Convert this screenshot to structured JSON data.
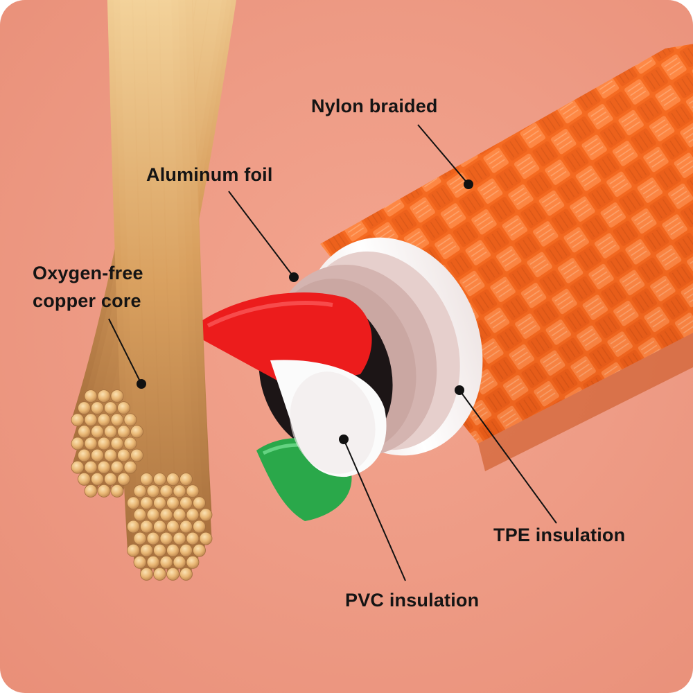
{
  "labels": {
    "nylon": "Nylon braided",
    "aluminum": "Aluminum foil",
    "copper_line1": "Oxygen-free",
    "copper_line2": "copper core",
    "tpe": "TPE insulation",
    "pvc": "PVC insulation"
  },
  "colors": {
    "background": "#ee9c86",
    "braid": "#ff7a33",
    "tpe": "#f7f5f5",
    "foil": "#d6b6b3",
    "red_wire": "#ee1d1d",
    "white_wire": "#ffffff",
    "green_wire": "#29b34a",
    "copper": "#e6b877"
  }
}
